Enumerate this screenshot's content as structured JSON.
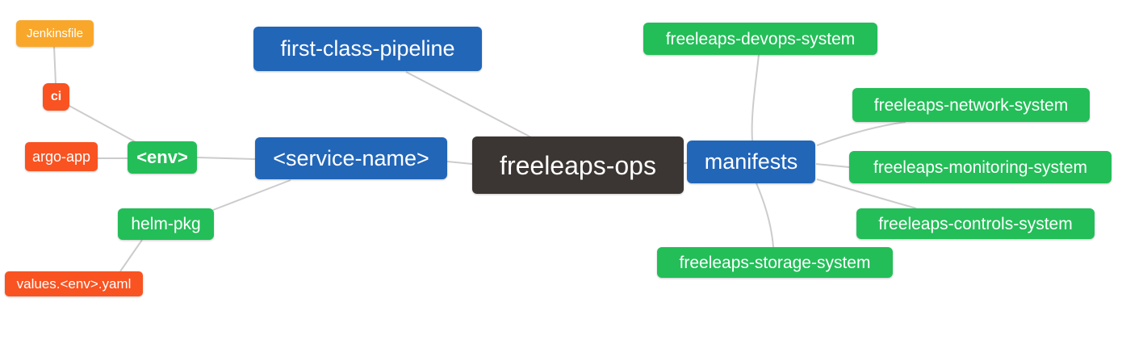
{
  "diagram": {
    "title": "freeleaps-ops repository mind map",
    "background_color": "#ffffff",
    "edge_color": "#cccccc",
    "palette": {
      "blue": "#2266b8",
      "green": "#23be58",
      "orange": "#f9a72b",
      "red_orange": "#f95321",
      "dark": "#3b3633"
    },
    "root": "freeleaps-ops",
    "nodes": [
      {
        "id": "jenkinsfile",
        "label": "Jenkinsfile",
        "color": "orange"
      },
      {
        "id": "ci",
        "label": "ci",
        "color": "red_orange"
      },
      {
        "id": "argo-app",
        "label": "argo-app",
        "color": "red_orange"
      },
      {
        "id": "env",
        "label": "<env>",
        "color": "green"
      },
      {
        "id": "helm-pkg",
        "label": "helm-pkg",
        "color": "green"
      },
      {
        "id": "values-env-yaml",
        "label": "values.<env>.yaml",
        "color": "red_orange"
      },
      {
        "id": "first-class-pipeline",
        "label": "first-class-pipeline",
        "color": "blue"
      },
      {
        "id": "service-name",
        "label": "<service-name>",
        "color": "blue"
      },
      {
        "id": "freeleaps-ops",
        "label": "freeleaps-ops",
        "color": "dark"
      },
      {
        "id": "manifests",
        "label": "manifests",
        "color": "blue"
      },
      {
        "id": "devops-system",
        "label": "freeleaps-devops-system",
        "color": "green"
      },
      {
        "id": "network-system",
        "label": "freeleaps-network-system",
        "color": "green"
      },
      {
        "id": "monitoring-system",
        "label": "freeleaps-monitoring-system",
        "color": "green"
      },
      {
        "id": "controls-system",
        "label": "freeleaps-controls-system",
        "color": "green"
      },
      {
        "id": "storage-system",
        "label": "freeleaps-storage-system",
        "color": "green"
      }
    ],
    "edges": [
      {
        "from": "jenkinsfile",
        "to": "ci"
      },
      {
        "from": "ci",
        "to": "env"
      },
      {
        "from": "argo-app",
        "to": "env"
      },
      {
        "from": "env",
        "to": "service-name"
      },
      {
        "from": "helm-pkg",
        "to": "service-name"
      },
      {
        "from": "values-env-yaml",
        "to": "helm-pkg"
      },
      {
        "from": "first-class-pipeline",
        "to": "freeleaps-ops"
      },
      {
        "from": "service-name",
        "to": "freeleaps-ops"
      },
      {
        "from": "freeleaps-ops",
        "to": "manifests"
      },
      {
        "from": "manifests",
        "to": "devops-system"
      },
      {
        "from": "manifests",
        "to": "network-system"
      },
      {
        "from": "manifests",
        "to": "monitoring-system"
      },
      {
        "from": "manifests",
        "to": "controls-system"
      },
      {
        "from": "manifests",
        "to": "storage-system"
      }
    ]
  }
}
